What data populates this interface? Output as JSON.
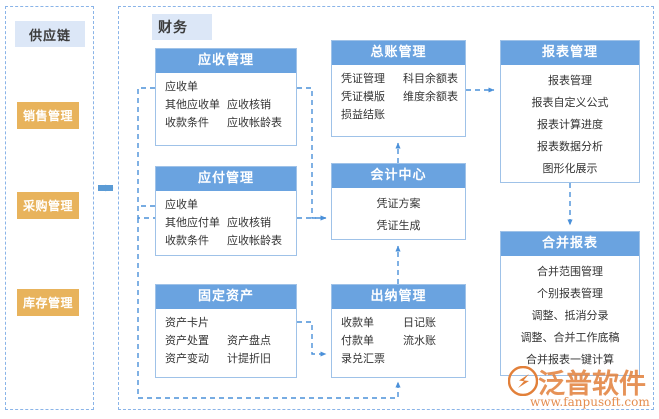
{
  "colors": {
    "header_blue": "#6aa3e0",
    "card_border": "#9fc2e8",
    "panel_dash": "#8ab4e8",
    "tag_bg": "#dce7f7",
    "module_orange": "#e8b35c",
    "connector_blue": "#4a90d9",
    "watermark_orange": "#e2803a"
  },
  "supply_chain": {
    "tag": "供应链",
    "modules": [
      {
        "label": "销售管理"
      },
      {
        "label": "采购管理"
      },
      {
        "label": "库存管理"
      }
    ]
  },
  "finance": {
    "tag": "财务",
    "cards": {
      "accounts_receivable": {
        "title": "应收管理",
        "rows": [
          {
            "c1": "应收单",
            "c2": ""
          },
          {
            "c1": "其他应收单",
            "c2": "应收核销"
          },
          {
            "c1": "收款条件",
            "c2": "应收帐龄表"
          }
        ]
      },
      "accounts_payable": {
        "title": "应付管理",
        "rows": [
          {
            "c1": "应收单",
            "c2": ""
          },
          {
            "c1": "其他应付单",
            "c2": "应收核销"
          },
          {
            "c1": "收款条件",
            "c2": "应收帐龄表"
          }
        ]
      },
      "fixed_assets": {
        "title": "固定资产",
        "rows": [
          {
            "c1": "资产卡片",
            "c2": ""
          },
          {
            "c1": "资产处置",
            "c2": "资产盘点"
          },
          {
            "c1": "资产变动",
            "c2": "计提折旧"
          }
        ]
      },
      "general_ledger": {
        "title": "总账管理",
        "rows": [
          {
            "c1": "凭证管理",
            "c2": "科目余额表"
          },
          {
            "c1": "凭证模版",
            "c2": "维度余额表"
          },
          {
            "c1": "损益结账",
            "c2": ""
          }
        ]
      },
      "accounting_center": {
        "title": "会计中心",
        "items": [
          "凭证方案",
          "凭证生成"
        ]
      },
      "cashier": {
        "title": "出纳管理",
        "rows": [
          {
            "c1": "收款单",
            "c2": "日记账"
          },
          {
            "c1": "付款单",
            "c2": "流水账"
          },
          {
            "c1": "录兑汇票",
            "c2": ""
          }
        ]
      },
      "reports": {
        "title": "报表管理",
        "items": [
          "报表管理",
          "报表自定义公式",
          "报表计算进度",
          "报表数据分析",
          "图形化展示"
        ]
      },
      "consolidated_reports": {
        "title": "合并报表",
        "items": [
          "合并范围管理",
          "个别报表管理",
          "调整、抵消分录",
          "调整、合并工作底稿",
          "合并报表一键计算"
        ]
      }
    }
  },
  "watermark": {
    "brand": "泛普软件",
    "url": "www.fanpusoft.com"
  }
}
